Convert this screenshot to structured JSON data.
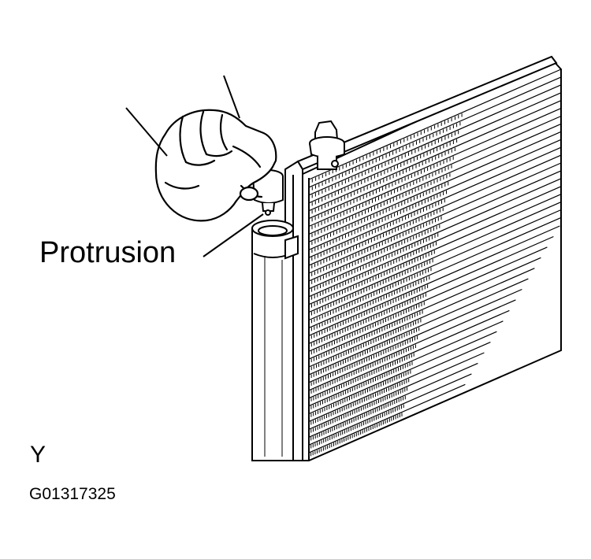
{
  "figure": {
    "callout_label": "Protrusion",
    "view_label": "Y",
    "figure_code": "G01317325"
  },
  "colors": {
    "ink": "#000000",
    "paper": "#ffffff"
  }
}
